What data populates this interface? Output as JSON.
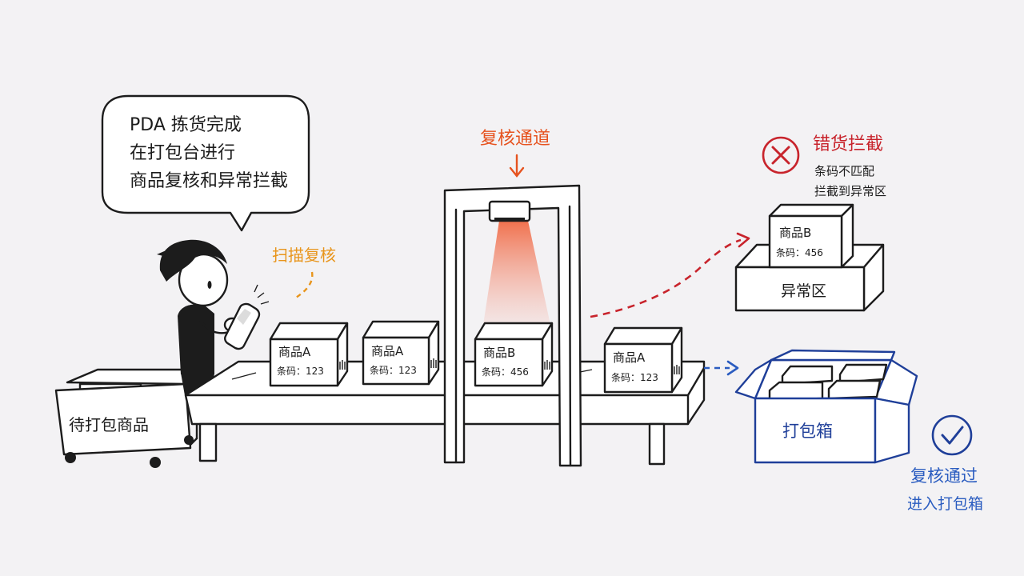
{
  "speech_bubble": {
    "line1": "PDA 拣货完成",
    "line2": "在打包台进行",
    "line3": "商品复核和异常拦截"
  },
  "scan_label": "扫描复核",
  "channel_label": "复核通道",
  "pending_cart_label": "待打包商品",
  "products": [
    {
      "name": "商品A",
      "code": "条码：123"
    },
    {
      "name": "商品A",
      "code": "条码：123"
    },
    {
      "name": "商品B",
      "code": "条码：456"
    },
    {
      "name": "商品A",
      "code": "条码：123"
    }
  ],
  "intercept": {
    "title": "错货拦截",
    "line1": "条码不匹配",
    "line2": "拦截到异常区",
    "zone_label": "异常区",
    "product_name": "商品B",
    "product_code": "条码：456"
  },
  "packing_box_label": "打包箱",
  "pass": {
    "line1": "复核通过",
    "line2": "进入打包箱"
  },
  "colors": {
    "ink": "#1c1c1c",
    "orange": "#e8951c",
    "red": "#c8242c",
    "blue": "#1f3f99",
    "laser": "#f0643c"
  }
}
